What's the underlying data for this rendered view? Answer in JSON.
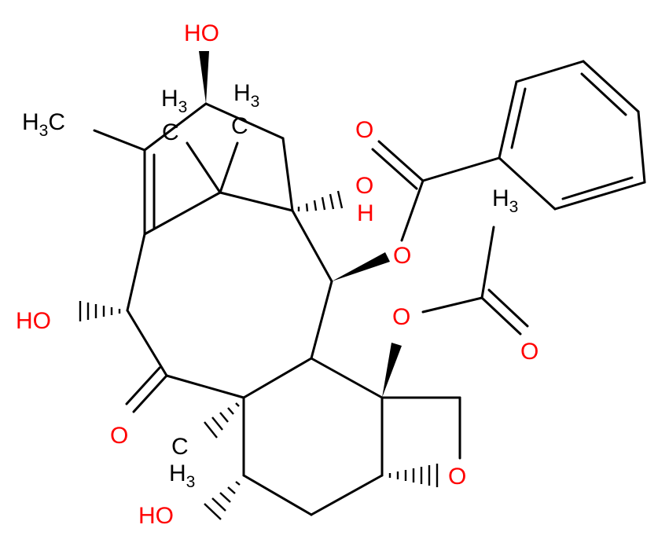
{
  "colors": {
    "bond": "#000000",
    "oxygen": "#ff0000",
    "carbon_label": "#000000"
  },
  "labels": {
    "oh_top": "HO",
    "oh_top_h": "H",
    "oh_top_o": "O",
    "oh_mid": "OH",
    "oh_mid_o": "O",
    "oh_mid_h": "H",
    "ho_left": "HO",
    "ho_left_h": "H",
    "ho_left_o": "O",
    "ho_bottom": "HO",
    "ho_bottom_h": "H",
    "ho_bottom_o": "O",
    "o_benzoate_carbonyl": "O",
    "o_benzoate_ester": "O",
    "o_acetate_ester": "O",
    "o_acetate_carbonyl": "O",
    "o_ketone": "O",
    "o_oxetane": "O",
    "methyl_h": "H",
    "methyl_c": "C",
    "methyl_3": "3"
  }
}
